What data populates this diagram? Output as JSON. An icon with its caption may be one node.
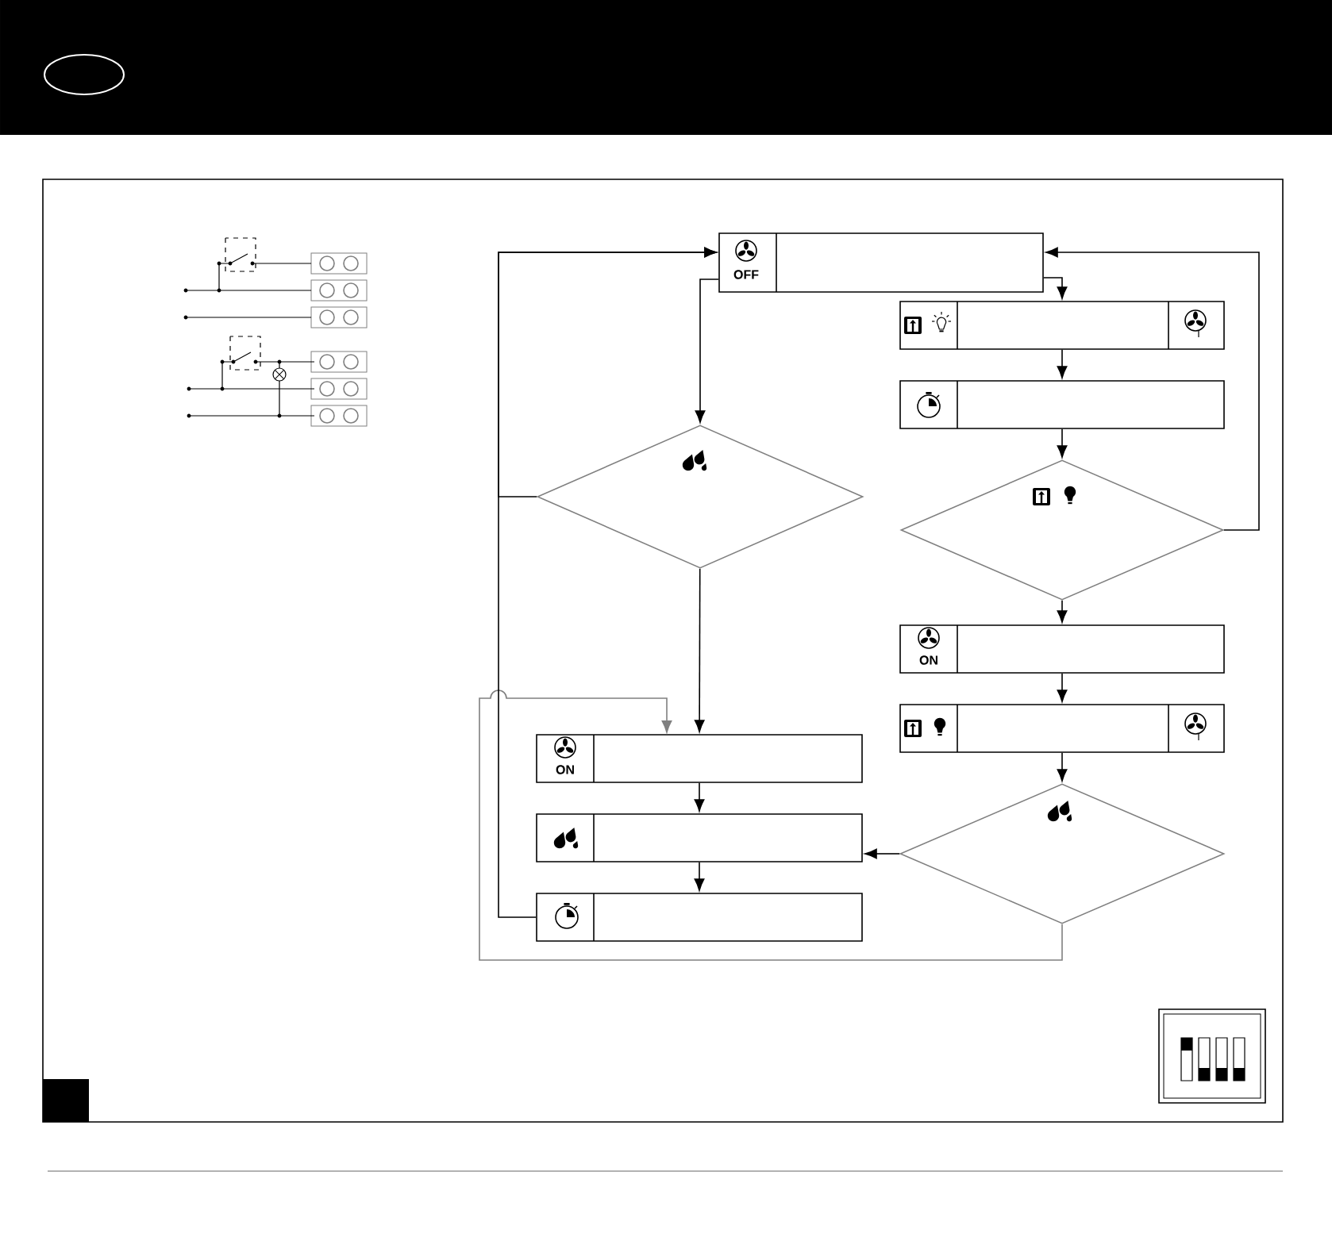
{
  "diagram": {
    "nodes": [
      {
        "text": [
          "OFF"
        ]
      },
      {
        "text": [],
        "shape": "box"
      },
      {
        "text": [],
        "shape": "box"
      },
      {
        "text": [],
        "shape": "diamond"
      },
      {
        "text": [],
        "shape": "diamond"
      },
      {
        "text": [
          "ON"
        ]
      },
      {
        "text": [],
        "shape": "box"
      },
      {
        "text": [],
        "shape": "diamond"
      },
      {
        "text": [
          "ON"
        ]
      },
      {
        "text": [],
        "shape": "box"
      },
      {
        "text": [],
        "shape": "box"
      }
    ],
    "edges": [
      {
        "from": 0,
        "to": 1,
        "arrow": "to"
      },
      {
        "from": 1,
        "to": 2,
        "arrow": "to"
      },
      {
        "from": 2,
        "to": 4,
        "arrow": "to"
      },
      {
        "from": 4,
        "to": 0,
        "arrow": "to"
      },
      {
        "from": 0,
        "to": 3,
        "arrow": "to"
      },
      {
        "from": 3,
        "to": 0,
        "arrow": "to"
      },
      {
        "from": 3,
        "to": 8,
        "arrow": "to"
      },
      {
        "from": 4,
        "to": 5,
        "arrow": "to"
      },
      {
        "from": 5,
        "to": 6,
        "arrow": "to"
      },
      {
        "from": 6,
        "to": 7,
        "arrow": "to"
      },
      {
        "from": 7,
        "to": 9,
        "arrow": "to"
      },
      {
        "from": 7,
        "to": 8,
        "arrow": "to",
        "color": "#808080"
      },
      {
        "from": 8,
        "to": 9,
        "arrow": "to"
      },
      {
        "from": 9,
        "to": 10,
        "arrow": "to"
      },
      {
        "from": 10,
        "to": 0,
        "arrow": "to"
      }
    ]
  }
}
